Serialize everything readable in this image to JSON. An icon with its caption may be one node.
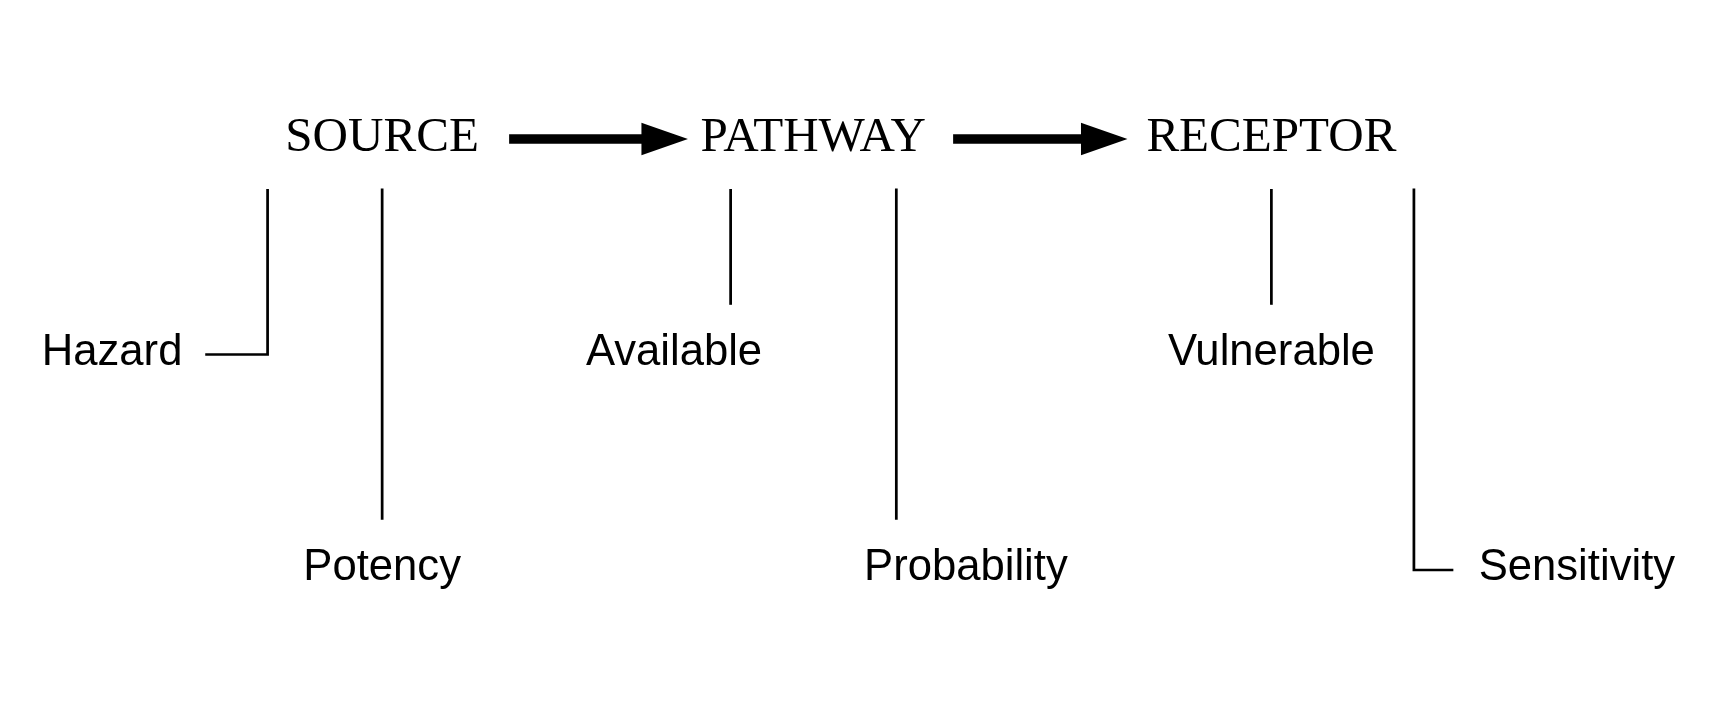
{
  "diagram": {
    "nodes": [
      {
        "text": [
          "SOURCE"
        ]
      },
      {
        "text": [
          "PATHWAY"
        ]
      },
      {
        "text": [
          "RECEPTOR"
        ]
      },
      {
        "text": [
          "Hazard"
        ]
      },
      {
        "text": [
          "Potency"
        ]
      },
      {
        "text": [
          "Available"
        ]
      },
      {
        "text": [
          "Probability"
        ]
      },
      {
        "text": [
          "Vulnerable"
        ]
      },
      {
        "text": [
          "Sensitivity"
        ]
      }
    ],
    "edges": [
      {
        "from": 0,
        "to": 1,
        "arrow": "to",
        "style": "thick"
      },
      {
        "from": 1,
        "to": 2,
        "arrow": "to",
        "style": "thick"
      },
      {
        "from": 0,
        "to": 3,
        "arrow": "none"
      },
      {
        "from": 0,
        "to": 4,
        "arrow": "none"
      },
      {
        "from": 1,
        "to": 5,
        "arrow": "none"
      },
      {
        "from": 1,
        "to": 6,
        "arrow": "none"
      },
      {
        "from": 2,
        "to": 7,
        "arrow": "none"
      },
      {
        "from": 2,
        "to": 8,
        "arrow": "none"
      }
    ]
  }
}
